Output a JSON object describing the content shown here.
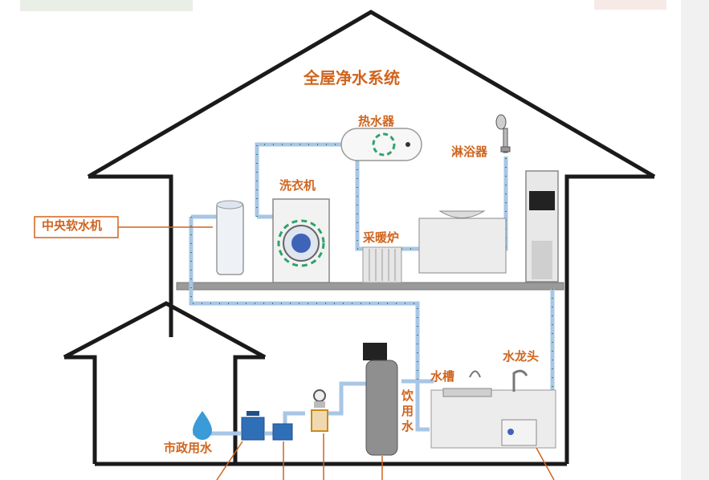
{
  "diagram": {
    "title": "全屋净水系统",
    "labels": {
      "water_heater": "热水器",
      "shower": "淋浴器",
      "washing_machine": "洗衣机",
      "softener": "中央软水机",
      "heater_boiler": "采暖炉",
      "faucet": "水龙头",
      "sink": "水槽",
      "drinking_water_1": "饮",
      "drinking_water_2": "用",
      "drinking_water_3": "水",
      "municipal_water": "市政用水"
    }
  },
  "colors": {
    "house_outline": "#1a1a1a",
    "label_text": "#d0641e",
    "pipe_blue": "#a8c6e6",
    "floor": "#9a9a9a"
  },
  "icons": [
    "water-drop-icon",
    "valve-icon",
    "meter-icon",
    "prefilter-icon",
    "filter-tank-icon",
    "softener-icon",
    "washing-machine-icon",
    "water-heater-icon",
    "shower-icon",
    "radiator-icon",
    "basin-icon",
    "water-dispenser-icon",
    "kitchen-sink-icon",
    "faucet-icon",
    "ro-purifier-icon"
  ]
}
